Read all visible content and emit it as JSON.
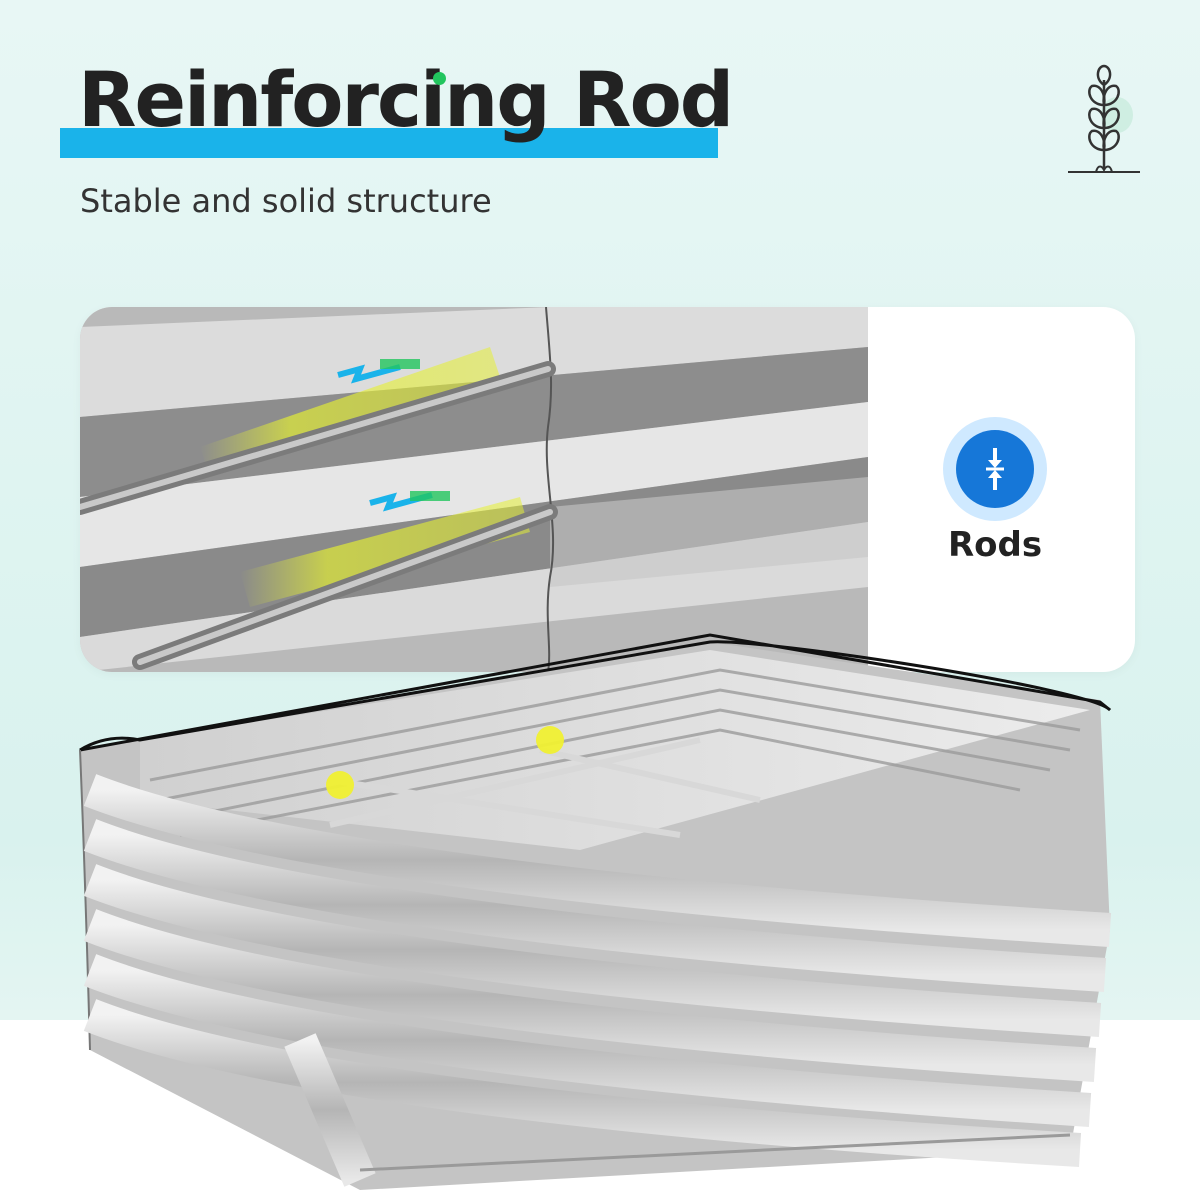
{
  "header": {
    "title": "Reinforcing Rod",
    "subtitle": "Stable and solid structure"
  },
  "detail": {
    "badge_label": "Rods"
  },
  "icons": {
    "logo": "plant-sprout-icon",
    "badge": "arrows-converge-vertical-icon"
  },
  "colors": {
    "title_bar": "#1ab3ea",
    "dot_accent": "#22c55e",
    "badge": "#1677d8",
    "highlight": "#e5f032"
  }
}
